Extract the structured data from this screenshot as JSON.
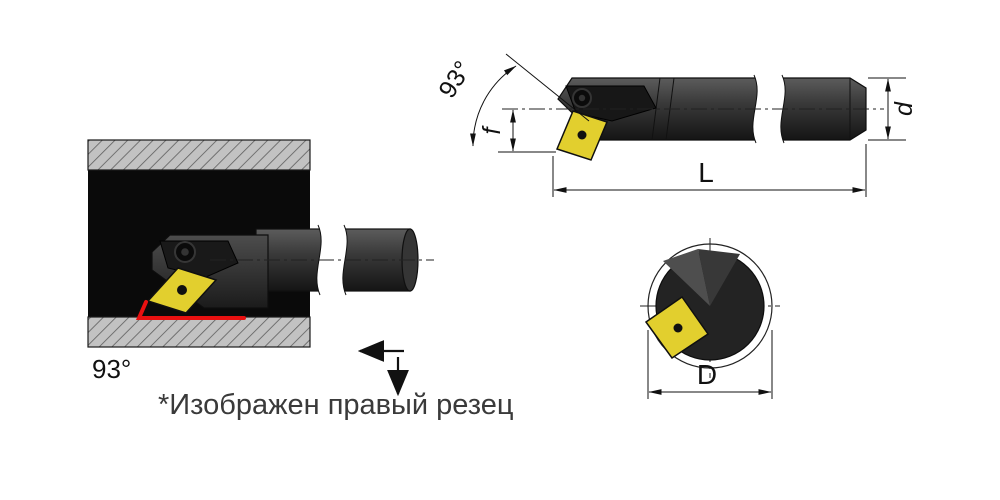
{
  "note": "*Изображен правый резец",
  "section_view": {
    "angle_label": "93°"
  },
  "side_view": {
    "angle_label": "93°",
    "dim_f": "f",
    "dim_d": "d",
    "dim_length": "L"
  },
  "end_view": {
    "dim_diameter": "D"
  },
  "colors": {
    "insert_yellow": "#e2cf2e",
    "toolpath_red": "#e81010",
    "line": "#111111"
  }
}
